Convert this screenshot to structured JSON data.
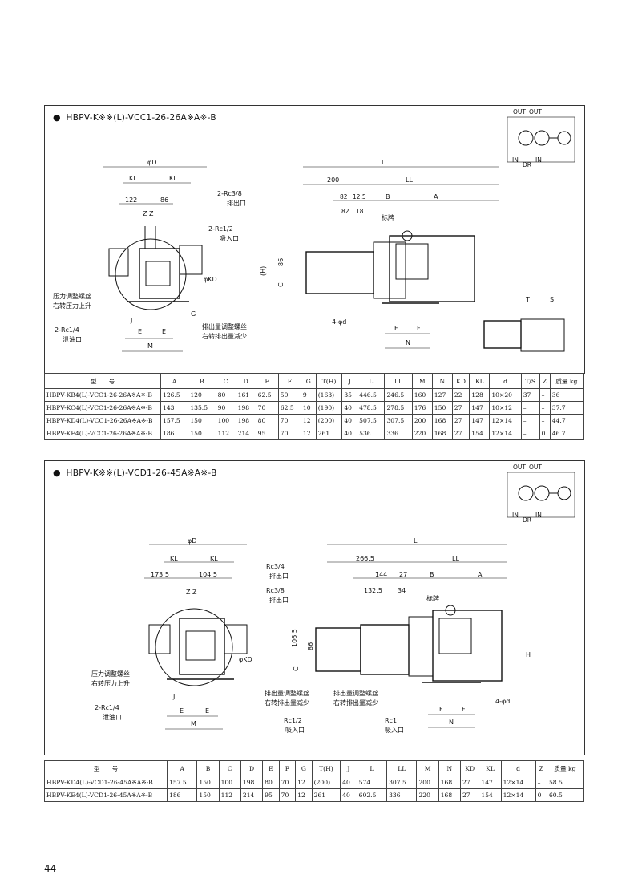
{
  "page_number": "44",
  "section1": {
    "title": "HBPV-K※※(L)-VCC1-26-26A※A※-B",
    "symbol": {
      "out1": "OUT",
      "out2": "OUT",
      "in1": "IN",
      "dr": "DR",
      "in2": "IN"
    },
    "labels": {
      "phiD": "φD",
      "KL_left": "KL",
      "KL_right": "KL",
      "d122": "122",
      "d86": "86",
      "ZZ": "Z Z",
      "rc38": "2-Rc3/8",
      "outlet": "排出口",
      "rc12": "2-Rc1/2",
      "inlet": "吸入口",
      "phiKD": "φKD",
      "pressure_screw": "压力调整螺丝",
      "pressure_up": "右转压力上升",
      "rc14": "2-Rc1/4",
      "drain": "泄油口",
      "J": "J",
      "E1": "E",
      "E2": "E",
      "M": "M",
      "G": "G",
      "flow_screw": "排出量调整螺丝",
      "flow_down": "右转排出量减少",
      "L": "L",
      "d200": "200",
      "LL": "LL",
      "d82": "82",
      "d125": "12.5",
      "B": "B",
      "A": "A",
      "d82b": "82",
      "d18": "18",
      "nameplate": "标牌",
      "H": "(H)",
      "C": "C",
      "d86v": "86",
      "phid": "4-φd",
      "F1": "F",
      "F2": "F",
      "N": "N",
      "T": "T",
      "S": "S"
    }
  },
  "table1": {
    "headers": [
      "型　　号",
      "A",
      "B",
      "C",
      "D",
      "E",
      "F",
      "G",
      "T(H)",
      "J",
      "L",
      "LL",
      "M",
      "N",
      "KD",
      "KL",
      "d",
      "T/S",
      "Z",
      "质量 kg"
    ],
    "rows": [
      [
        "HBPV-KB4(L)-VCC1-26-26A※A※-B",
        "126.5",
        "120",
        "80",
        "161",
        "62.5",
        "50",
        "9",
        "(163)",
        "35",
        "446.5",
        "246.5",
        "160",
        "127",
        "22",
        "128",
        "10×20",
        "37",
        "–",
        "36"
      ],
      [
        "HBPV-KC4(L)-VCC1-26-26A※A※-B",
        "143",
        "135.5",
        "90",
        "198",
        "70",
        "62.5",
        "10",
        "(190)",
        "40",
        "478.5",
        "278.5",
        "176",
        "150",
        "27",
        "147",
        "10×12",
        "–",
        "–",
        "37.7"
      ],
      [
        "HBPV-KD4(L)-VCC1-26-26A※A※-B",
        "157.5",
        "150",
        "100",
        "198",
        "80",
        "70",
        "12",
        "(200)",
        "40",
        "507.5",
        "307.5",
        "200",
        "168",
        "27",
        "147",
        "12×14",
        "–",
        "–",
        "44.7"
      ],
      [
        "HBPV-KE4(L)-VCC1-26-26A※A※-B",
        "186",
        "150",
        "112",
        "214",
        "95",
        "70",
        "12",
        "261",
        "40",
        "536",
        "336",
        "220",
        "168",
        "27",
        "154",
        "12×14",
        "–",
        "0",
        "46.7"
      ]
    ]
  },
  "section2": {
    "title": "HBPV-K※※(L)-VCD1-26-45A※A※-B",
    "symbol": {
      "out1": "OUT",
      "out2": "OUT",
      "in1": "IN",
      "dr": "DR",
      "in2": "IN"
    },
    "labels": {
      "phiD": "φD",
      "KL_left": "KL",
      "KL_right": "KL",
      "d1735": "173.5",
      "d1045": "104.5",
      "ZZ": "Z Z",
      "pressure_screw": "压力调整螺丝",
      "pressure_up": "右转压力上升",
      "rc14": "2-Rc1/4",
      "drain": "泄油口",
      "J": "J",
      "E1": "E",
      "E2": "E",
      "M": "M",
      "phiKD": "φKD",
      "L": "L",
      "d2665": "266.5",
      "LL": "LL",
      "rc34": "Rc3/4",
      "outlet1": "排出口",
      "rc38": "Rc3/8",
      "outlet2": "排出口",
      "d144": "144",
      "d27": "27",
      "B": "B",
      "A": "A",
      "d1325": "132.5",
      "d34": "34",
      "nameplate": "标牌",
      "d1065": "106.5",
      "d86": "86",
      "C": "C",
      "H": "H",
      "flow_screw1": "排出量调整螺丝",
      "flow_down1": "右转排出量减少",
      "flow_screw2": "排出量调整螺丝",
      "flow_down2": "右转排出量减少",
      "rc12": "Rc1/2",
      "inlet1": "吸入口",
      "rc1": "Rc1",
      "inlet2": "吸入口",
      "phid": "4-φd",
      "F1": "F",
      "F2": "F",
      "N": "N"
    }
  },
  "table2": {
    "headers": [
      "型　　号",
      "A",
      "B",
      "C",
      "D",
      "E",
      "F",
      "G",
      "T(H)",
      "J",
      "L",
      "LL",
      "M",
      "N",
      "KD",
      "KL",
      "d",
      "Z",
      "质量 kg"
    ],
    "rows": [
      [
        "HBPV-KD4(L)-VCD1-26-45A※A※-B",
        "157.5",
        "150",
        "100",
        "198",
        "80",
        "70",
        "12",
        "(200)",
        "40",
        "574",
        "307.5",
        "200",
        "168",
        "27",
        "147",
        "12×14",
        "–",
        "58.5"
      ],
      [
        "HBPV-KE4(L)-VCD1-26-45A※A※-B",
        "186",
        "150",
        "112",
        "214",
        "95",
        "70",
        "12",
        "261",
        "40",
        "602.5",
        "336",
        "220",
        "168",
        "27",
        "154",
        "12×14",
        "0",
        "60.5"
      ]
    ]
  }
}
